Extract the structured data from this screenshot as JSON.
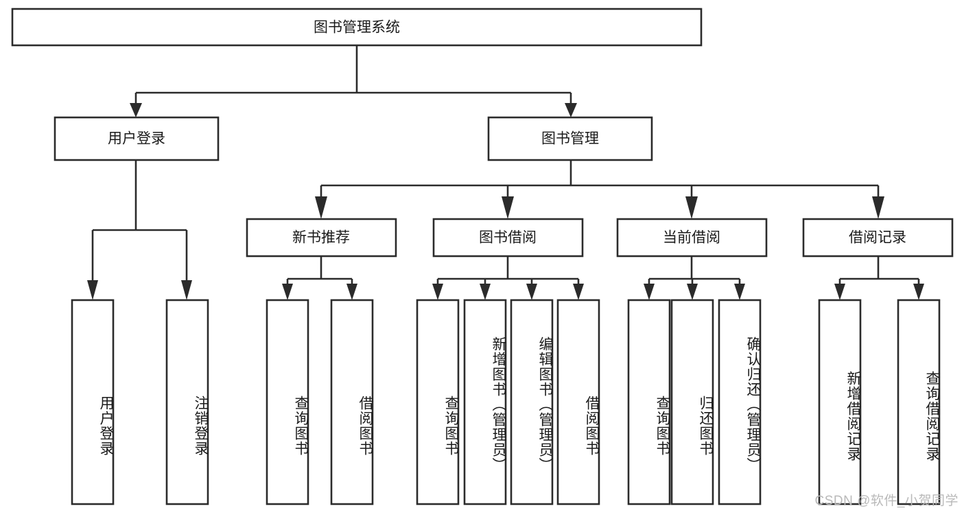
{
  "diagram": {
    "title": "图书管理系统",
    "type": "tree-hierarchy",
    "orientation": "top-down",
    "theme": {
      "background": "#ffffff",
      "box_stroke": "#2b2b2b",
      "box_fill": "#ffffff",
      "connector": "#2b2b2b",
      "text": "#1a1a1a",
      "watermark_text_color": "#b9b9b9"
    },
    "root": {
      "label": "图书管理系统"
    },
    "level2": [
      {
        "id": "user-login",
        "label": "用户登录"
      },
      {
        "id": "book-manage",
        "label": "图书管理"
      }
    ],
    "level3": [
      {
        "id": "new-book-recommend",
        "label": "新书推荐",
        "parent": "book-manage"
      },
      {
        "id": "book-borrow",
        "label": "图书借阅",
        "parent": "book-manage"
      },
      {
        "id": "current-borrow",
        "label": "当前借阅",
        "parent": "book-manage"
      },
      {
        "id": "borrow-record",
        "label": "借阅记录",
        "parent": "book-manage"
      }
    ],
    "leaves": [
      {
        "id": "leaf-user-login",
        "label": "用户登录",
        "parent": "user-login"
      },
      {
        "id": "leaf-user-logout",
        "label": "注销登录",
        "parent": "user-login"
      },
      {
        "id": "leaf-query-book-1",
        "label": "查询图书",
        "parent": "new-book-recommend"
      },
      {
        "id": "leaf-borrow-book-1",
        "label": "借阅图书",
        "parent": "new-book-recommend"
      },
      {
        "id": "leaf-query-book-2",
        "label": "查询图书",
        "parent": "book-borrow"
      },
      {
        "id": "leaf-add-book",
        "label": "新增图书（管理员）",
        "parent": "book-borrow"
      },
      {
        "id": "leaf-edit-book",
        "label": "编辑图书（管理员）",
        "parent": "book-borrow"
      },
      {
        "id": "leaf-borrow-book-2",
        "label": "借阅图书",
        "parent": "book-borrow"
      },
      {
        "id": "leaf-query-book-3",
        "label": "查询图书",
        "parent": "current-borrow"
      },
      {
        "id": "leaf-return-book",
        "label": "归还图书",
        "parent": "current-borrow"
      },
      {
        "id": "leaf-confirm-return",
        "label": "确认归还（管理员）",
        "parent": "current-borrow"
      },
      {
        "id": "leaf-add-record",
        "label": "新增借阅记录",
        "parent": "borrow-record"
      },
      {
        "id": "leaf-query-record",
        "label": "查询借阅记录",
        "parent": "borrow-record"
      }
    ],
    "watermark": "CSDN @软件_小贺同学"
  }
}
